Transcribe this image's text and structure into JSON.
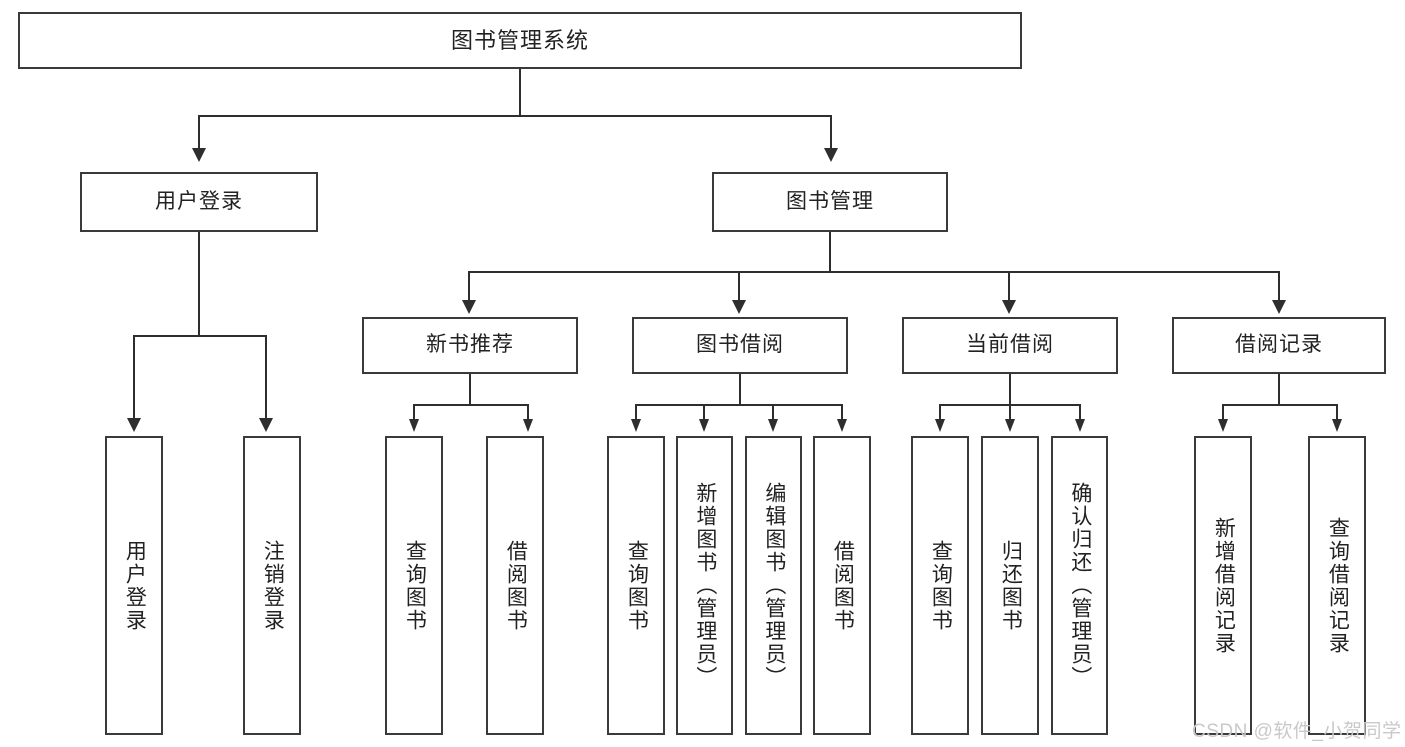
{
  "diagram": {
    "title": "图书管理系统",
    "watermark": "CSDN @软件_小贺同学",
    "colors": {
      "background": "#ffffff",
      "box_border": "#3a3a3a",
      "connector": "#2e2e2e",
      "text": "#222222",
      "watermark": "#c9c9c9"
    }
  },
  "root": {
    "label": "图书管理系统"
  },
  "level2": [
    {
      "id": "user-login",
      "label": "用户登录"
    },
    {
      "id": "book-management",
      "label": "图书管理"
    }
  ],
  "level3": [
    {
      "id": "new-book-recommend",
      "label": "新书推荐"
    },
    {
      "id": "book-borrow",
      "label": "图书借阅"
    },
    {
      "id": "current-borrow",
      "label": "当前借阅"
    },
    {
      "id": "borrow-record",
      "label": "借阅记录"
    }
  ],
  "leaves": {
    "user_login": [
      {
        "id": "leaf-user-login",
        "label": "用户登录"
      },
      {
        "id": "leaf-logout-login",
        "label": "注销登录"
      }
    ],
    "new_book_recommend": [
      {
        "id": "leaf-query-book-1",
        "label": "查询图书"
      },
      {
        "id": "leaf-borrow-book-1",
        "label": "借阅图书"
      }
    ],
    "book_borrow": [
      {
        "id": "leaf-query-book-2",
        "label": "查询图书"
      },
      {
        "id": "leaf-add-book",
        "label": "新增图书（管理员）"
      },
      {
        "id": "leaf-edit-book",
        "label": "编辑图书（管理员）"
      },
      {
        "id": "leaf-borrow-book-2",
        "label": "借阅图书"
      }
    ],
    "current_borrow": [
      {
        "id": "leaf-query-book-3",
        "label": "查询图书"
      },
      {
        "id": "leaf-return-book",
        "label": "归还图书"
      },
      {
        "id": "leaf-confirm-return",
        "label": "确认归还（管理员）"
      }
    ],
    "borrow_record": [
      {
        "id": "leaf-add-record",
        "label": "新增借阅记录"
      },
      {
        "id": "leaf-query-record",
        "label": "查询借阅记录"
      }
    ]
  }
}
